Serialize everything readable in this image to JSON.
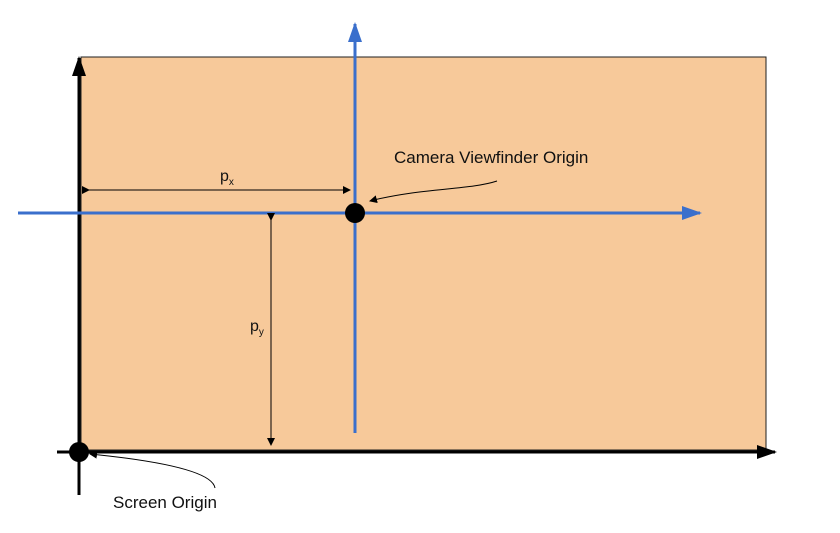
{
  "colors": {
    "screen_fill": "#f7c99a",
    "screen_stroke": "#1f1f1f",
    "screen_axes": "#000000",
    "camera_axes": "#3a6fcc",
    "dimension_lines": "#000000",
    "origin_dot": "#000000"
  },
  "labels": {
    "camera_origin": "Camera Viewfinder Origin",
    "screen_origin": "Screen Origin",
    "px_base": "p",
    "px_sub": "x",
    "py_base": "p",
    "py_sub": "y"
  }
}
